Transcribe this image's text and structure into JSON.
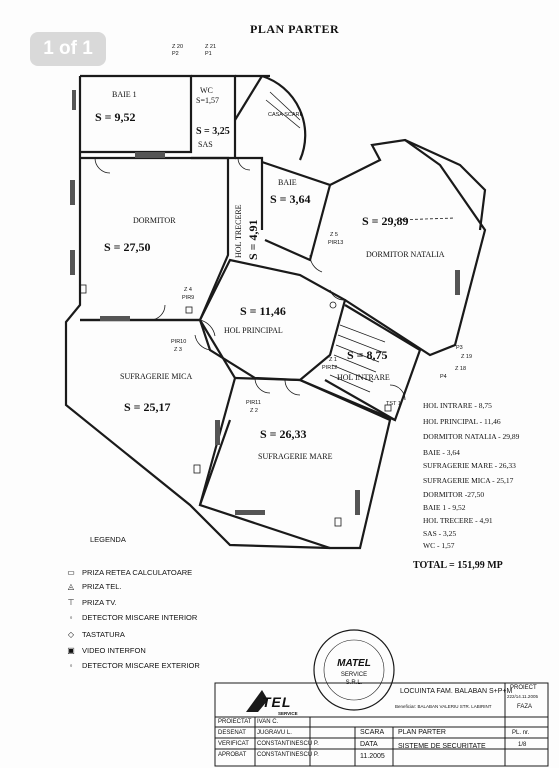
{
  "viewer": {
    "page_indicator": "1 of 1"
  },
  "plan": {
    "title": "PLAN PARTER",
    "rooms": [
      {
        "id": "baie1",
        "name": "BAIE 1",
        "area": "S = 9,52"
      },
      {
        "id": "wc",
        "name": "WC",
        "area": "S=1,57"
      },
      {
        "id": "sas",
        "name": "SAS",
        "area": "S = 3,25"
      },
      {
        "id": "casa-scarii",
        "name": "CASA SCARII"
      },
      {
        "id": "baie",
        "name": "BAIE",
        "area": "S = 3,64"
      },
      {
        "id": "dormitor",
        "name": "DORMITOR",
        "area": "S = 27,50"
      },
      {
        "id": "hol-trecere",
        "name": "HOL TRECERE",
        "area": "S = 4,91"
      },
      {
        "id": "dormitor-natalia",
        "name": "DORMITOR NATALIA",
        "area": "S = 29,89"
      },
      {
        "id": "hol-principal",
        "name": "HOL PRINCIPAL",
        "area": "S = 11,46"
      },
      {
        "id": "hol-intrare",
        "name": "HOL INTRARE",
        "area": "S = 8,75"
      },
      {
        "id": "sufragerie-mica",
        "name": "SUFRAGERIE MICA",
        "area": "S = 25,17"
      },
      {
        "id": "sufragerie-mare",
        "name": "SUFRAGERIE MARE",
        "area": "S = 26,33"
      }
    ],
    "markers": {
      "z20": "Z 20",
      "p2": "P2",
      "z21": "Z 21",
      "p1": "P1",
      "z5": "Z 5",
      "pir13": "PIR13",
      "z4": "Z 4",
      "pir9": "PIR9",
      "pir10": "PIR10",
      "z3": "Z 3",
      "z1": "Z 1",
      "pir12": "PIR12",
      "pir11": "PIR11",
      "z2": "Z 2",
      "p3": "P3",
      "z19": "Z 19",
      "p4": "P4",
      "z18": "Z 18",
      "tr1": "TST 1"
    }
  },
  "summary": {
    "items": [
      "HOL INTRARE - 8,75",
      "HOL PRINCIPAL - 11,46",
      "DORMITOR NATALIA - 29,89",
      "BAIE - 3,64",
      "SUFRAGERIE MARE - 26,33",
      "SUFRAGERIE MICA - 25,17",
      "DORMITOR -27,50",
      "BAIE 1 - 9,52",
      "HOL TRECERE - 4,91",
      "SAS - 3,25",
      "WC - 1,57"
    ],
    "total": "TOTAL = 151,99 MP"
  },
  "legend": {
    "title": "LEGENDA",
    "items": [
      {
        "icon": "network-socket-icon",
        "glyph": "▭",
        "label": "PRIZA RETEA CALCULATOARE"
      },
      {
        "icon": "phone-socket-icon",
        "glyph": "◬",
        "label": "PRIZA TEL."
      },
      {
        "icon": "tv-socket-icon",
        "glyph": "⊤",
        "label": "PRIZA TV."
      },
      {
        "icon": "interior-motion-detector-icon",
        "glyph": "◦",
        "label": "DETECTOR MISCARE INTERIOR"
      },
      {
        "icon": "keypad-icon",
        "glyph": "◇",
        "label": "TASTATURA"
      },
      {
        "icon": "video-intercom-icon",
        "glyph": "▣",
        "label": "VIDEO INTERFON"
      },
      {
        "icon": "exterior-motion-detector-icon",
        "glyph": "◦",
        "label": "DETECTOR MISCARE EXTERIOR"
      }
    ]
  },
  "title_block": {
    "logo_text": "TEL",
    "logo_sub": "SERVICE",
    "stamp": {
      "name": "MATEL",
      "line1": "SERVICE",
      "line2": "S.R.L."
    },
    "roles": [
      {
        "role": "PROIECTAT",
        "person": "IVAN C."
      },
      {
        "role": "DESENAT",
        "person": "JUGRAVU L."
      },
      {
        "role": "VERIFICAT",
        "person": "CONSTANTINESCU P."
      },
      {
        "role": "APROBAT",
        "person": "CONSTANTINESCU P."
      }
    ],
    "project_name": "LOCUINTA FAM. BALABAN S+P+M",
    "beneficiary": "Beneficiar: BALABAN VALERIU STR. LABIRINT",
    "scara_label": "SCARA",
    "plan_label": "PLAN PARTER",
    "data_label": "DATA",
    "date": "11.2005",
    "system": "SISTEME DE SECURITATE",
    "project_label": "PROIECT",
    "project_code": "222/14.11.2005",
    "faza_label": "FAZA",
    "pl_label": "PL. nr.",
    "pl_no": "1/8"
  },
  "colors": {
    "ink": "#1a1a1a",
    "hatch": "#555555",
    "badge": "#d9d9d9"
  }
}
